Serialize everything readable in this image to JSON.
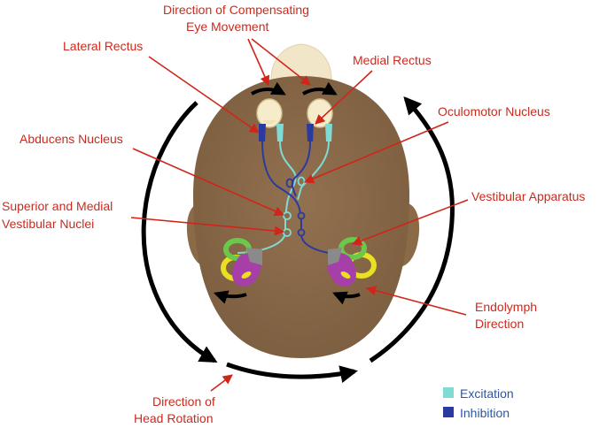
{
  "labels": {
    "compensating_line1": "Direction of Compensating",
    "compensating_line2": "Eye Movement",
    "lateral_rectus": "Lateral Rectus",
    "medial_rectus": "Medial Rectus",
    "oculomotor_nucleus": "Oculomotor Nucleus",
    "abducens_nucleus": "Abducens Nucleus",
    "vestibular_nuclei_line1": "Superior and Medial",
    "vestibular_nuclei_line2": "Vestibular Nuclei",
    "vestibular_apparatus": "Vestibular Apparatus",
    "endolymph_line1": "Endolymph",
    "endolymph_line2": "Direction",
    "head_rotation_line1": "Direction of",
    "head_rotation_line2": "Head Rotation"
  },
  "legend": {
    "excitation": "Excitation",
    "inhibition": "Inhibition"
  },
  "colors": {
    "excitation": "#7fdbd4",
    "inhibition": "#2a3aa0",
    "label": "#cc2a1e",
    "head": "#8b6a48",
    "arrow": "#000000"
  }
}
